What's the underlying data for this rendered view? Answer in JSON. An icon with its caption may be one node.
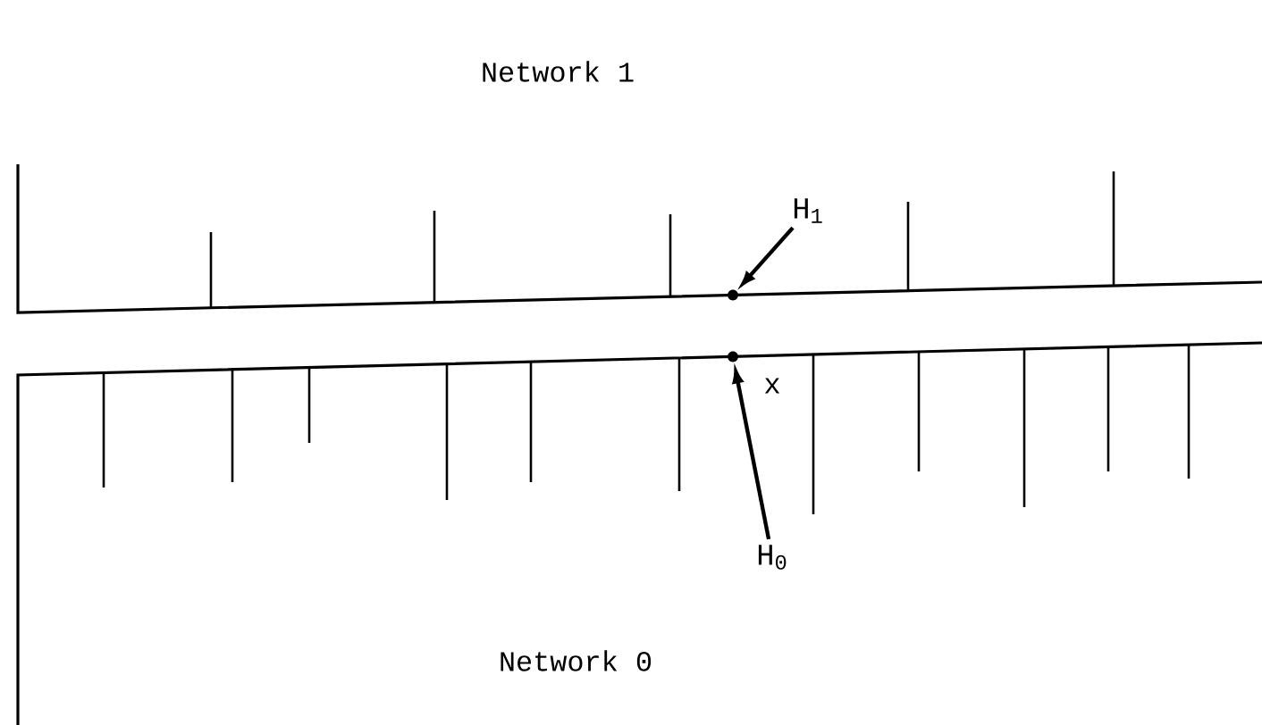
{
  "diagram": {
    "nodes": [
      {
        "text": [
          "H$_{1}$"
        ]
      },
      {
        "text": [],
        "shape": "circle"
      },
      {
        "text": [
          "H$_{0}$"
        ]
      },
      {
        "text": [],
        "shape": "circle"
      }
    ],
    "edges": [
      {
        "from": 0,
        "to": 1,
        "arrow": "to"
      },
      {
        "from": 2,
        "to": 3,
        "arrow": "to"
      }
    ],
    "labels": [
      "Network 1",
      "x",
      "Network 0"
    ]
  }
}
